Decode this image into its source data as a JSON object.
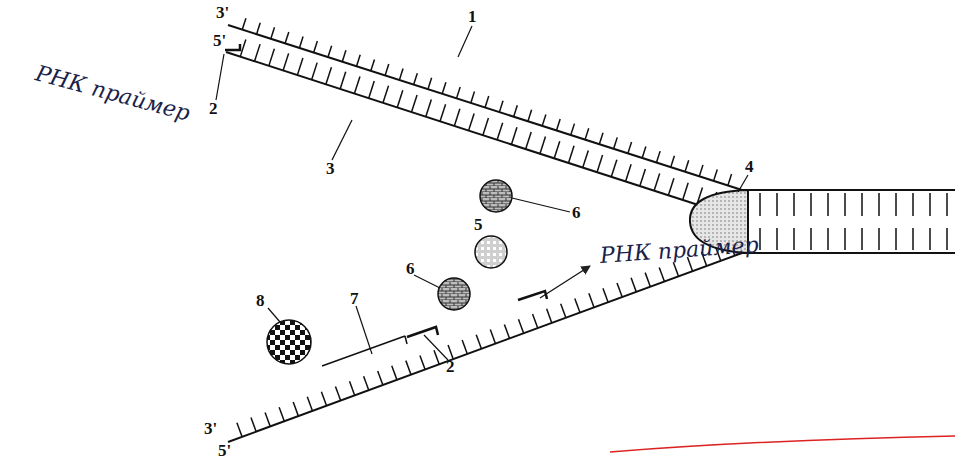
{
  "diagram": {
    "labels": [
      "3'",
      "5'",
      "1",
      "2",
      "3",
      "6",
      "5",
      "6",
      "4",
      "7",
      "8",
      "2",
      "3'",
      "5'",
      "РНК праймер",
      "РНК праймер"
    ]
  }
}
